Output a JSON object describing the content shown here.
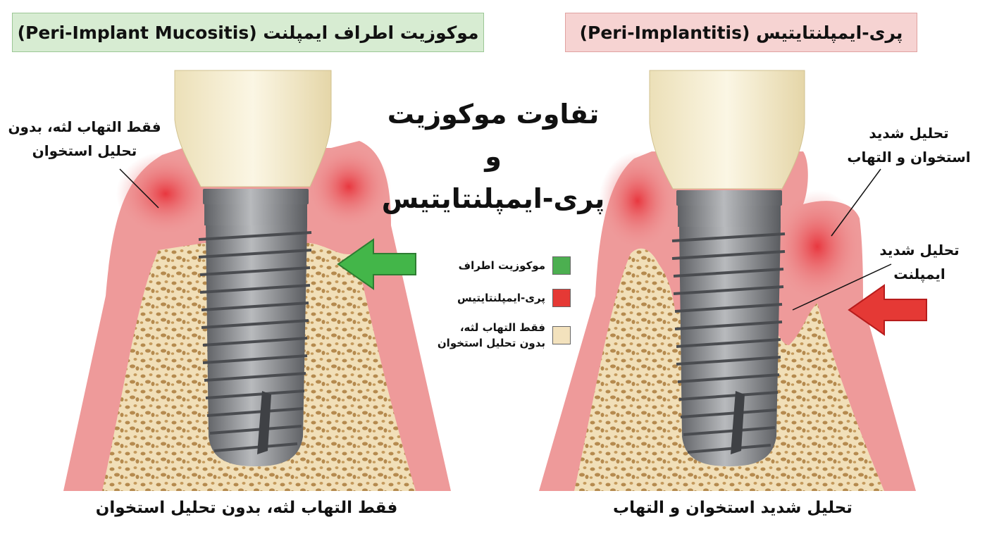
{
  "banners": {
    "left": "موکوزیت اطراف ایمپلنت (Peri-Implant Mucositis)",
    "right": "پری-ایمپلنتایتیس (Peri-Implantitis)"
  },
  "main_title": "تفاوت موکوزیت و\nپری-ایمپلنتایتیس",
  "left_panel": {
    "note": "فقط التهاب لثه، بدون\nتحلیل استخوان",
    "caption": "فقط التهاب لثه، بدون تحلیل استخوان"
  },
  "right_panel": {
    "note_inflammation": "تحلیل شدید\nاستخوان و التهاب",
    "note_implant": "تحلیل شدید\nایمپلنت",
    "caption": "تحلیل شدید استخوان و التهاب"
  },
  "legend": [
    {
      "label": "موکوزیت اطراف",
      "color": "#4caf50"
    },
    {
      "label": "پری-ایمپلنتایتیس",
      "color": "#e53935"
    },
    {
      "label": "فقط التهاب لثه،\nبدون تحلیل استخوان",
      "color": "#f3e2bd"
    }
  ],
  "colors": {
    "gum": "#ee9a9a",
    "gum_inflamed": "#e8323a",
    "bone": "#f1dfb8",
    "bone_pores": "#b58a4e",
    "crown": "#f4ecd0",
    "implant": "#8e9094",
    "arrow_green": "#43b649",
    "arrow_red": "#e53935"
  }
}
